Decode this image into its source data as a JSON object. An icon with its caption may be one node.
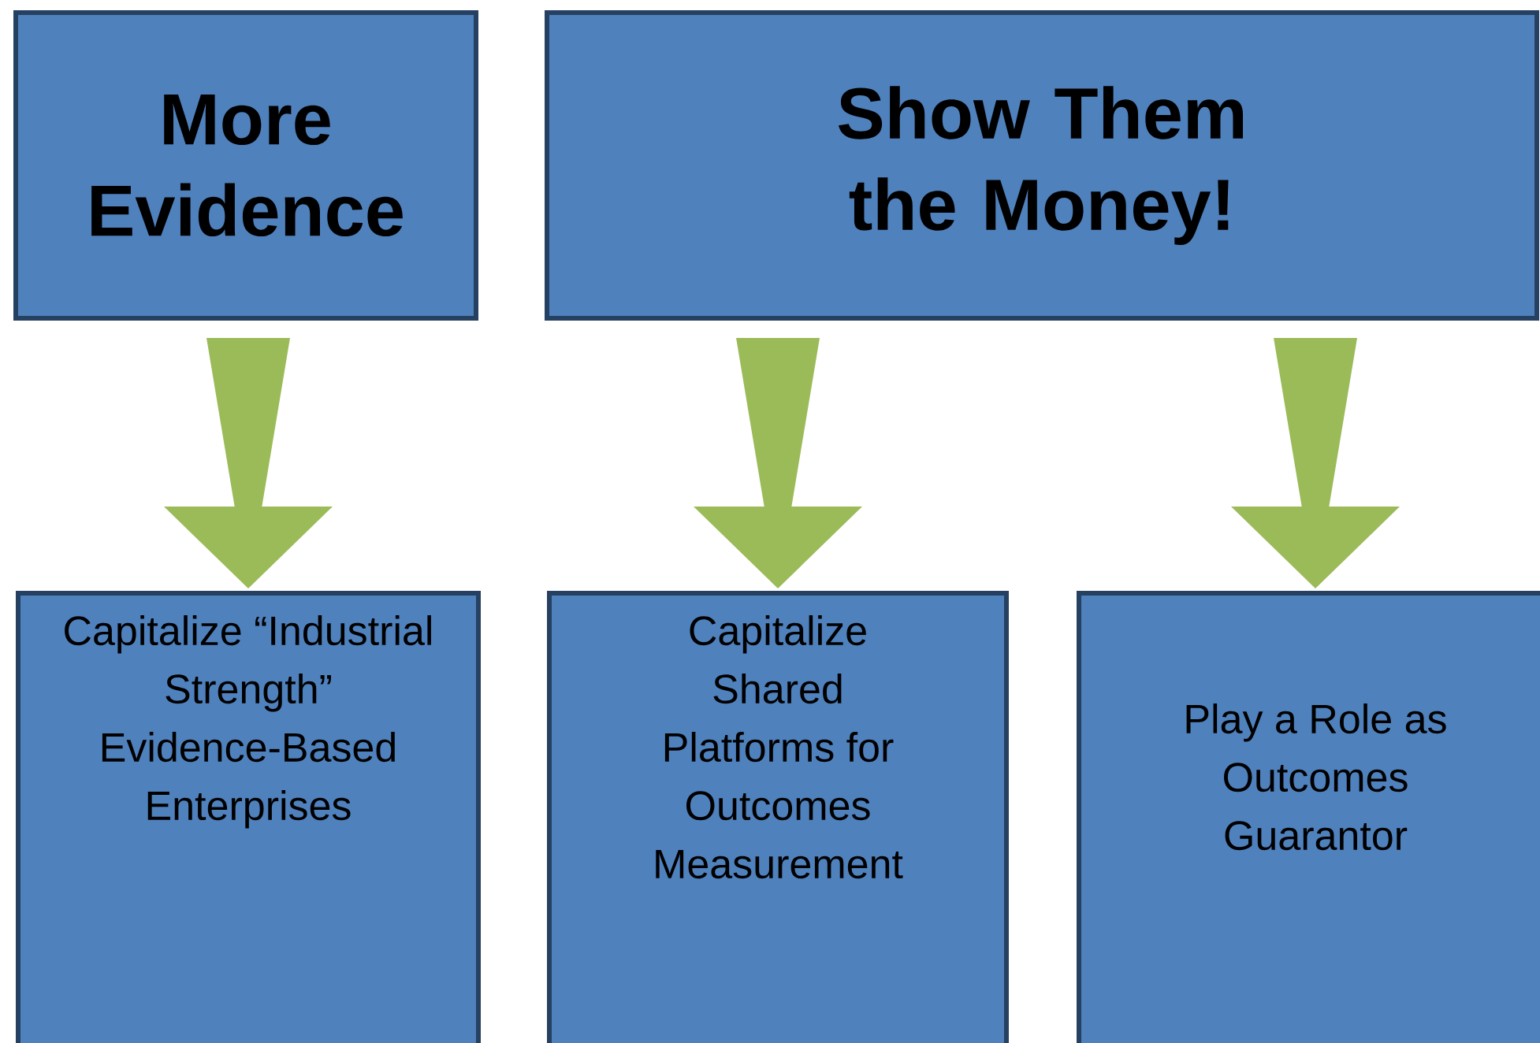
{
  "diagram": {
    "nodes": [
      {
        "text": [
          "More Evidence"
        ]
      },
      {
        "text": [
          "Show Them the Money!"
        ]
      },
      {
        "text": [
          "Capitalize “Industrial Strength” Evidence-Based Enterprises"
        ]
      },
      {
        "text": [
          "Capitalize Shared Platforms for Outcomes Measurement"
        ]
      },
      {
        "text": [
          "Play a Role as Outcomes Guarantor"
        ]
      }
    ],
    "edges": [
      {
        "from": 0,
        "to": 2,
        "arrow": "to"
      },
      {
        "from": 1,
        "to": 3,
        "arrow": "to"
      },
      {
        "from": 1,
        "to": 4,
        "arrow": "to"
      }
    ]
  }
}
